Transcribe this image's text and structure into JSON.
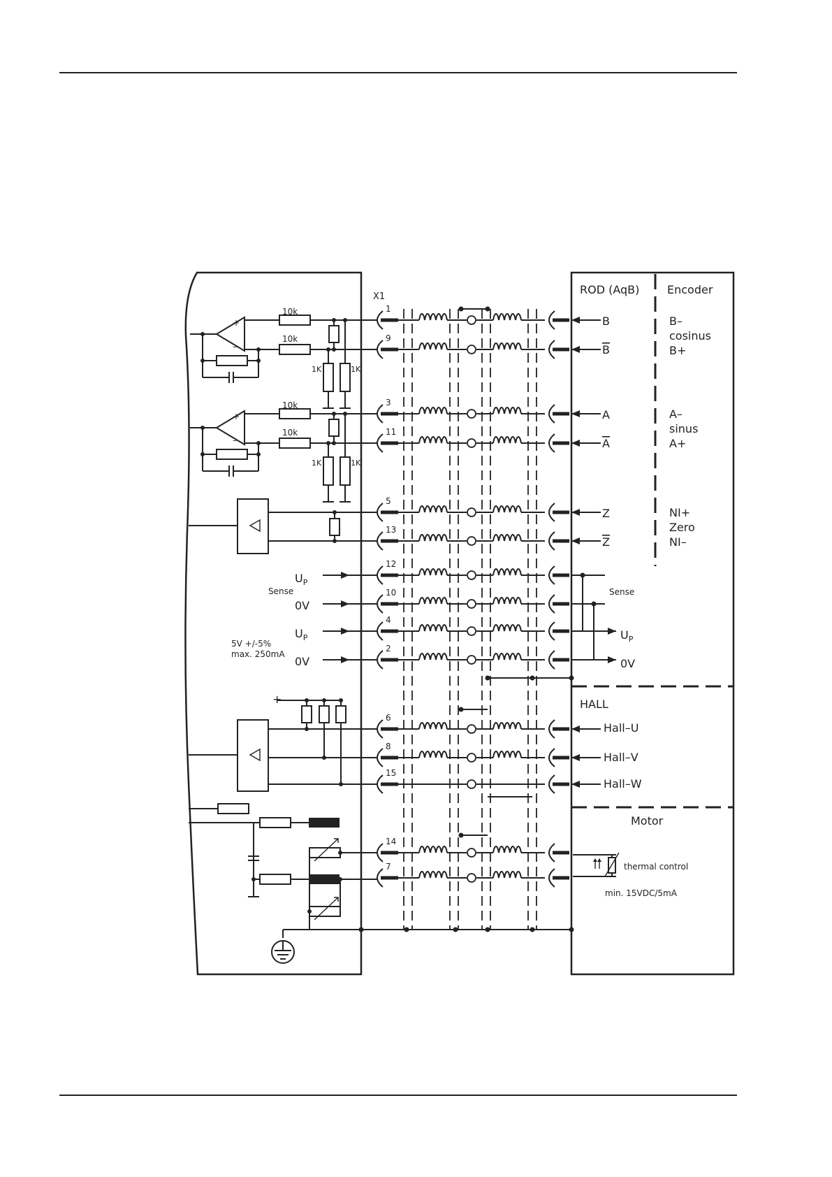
{
  "connector": "X1",
  "pins": [
    "1",
    "9",
    "3",
    "11",
    "5",
    "13",
    "12",
    "10",
    "4",
    "2",
    "6",
    "8",
    "15",
    "14",
    "7"
  ],
  "left_labels": {
    "r10k": "10k",
    "r1k": "1K",
    "plus": "+",
    "up": "U",
    "up_sub": "P",
    "ov": "0V",
    "sense": "Sense",
    "supply1": "5V +/-5%",
    "supply2": "max. 250mA"
  },
  "right_labels": {
    "rod": "ROD (AqB)",
    "encoder": "Encoder",
    "b": "B",
    "bbar": "B",
    "a": "A",
    "abar": "A",
    "z": "Z",
    "zbar": "Z",
    "sense": "Sense",
    "up": "U",
    "up_sub": "P",
    "ov": "0V",
    "b_minus": "B–",
    "cosinus": "cosinus",
    "b_plus": "B+",
    "a_minus": "A–",
    "sinus": "sinus",
    "a_plus": "A+",
    "ni_plus": "NI+",
    "zero": "Zero",
    "ni_minus": "NI–",
    "hall": "HALL",
    "hall_u": "Hall–U",
    "hall_v": "Hall–V",
    "hall_w": "Hall–W",
    "motor": "Motor",
    "thermal": "thermal control",
    "thermal_spec": "min. 15VDC/5mA"
  }
}
